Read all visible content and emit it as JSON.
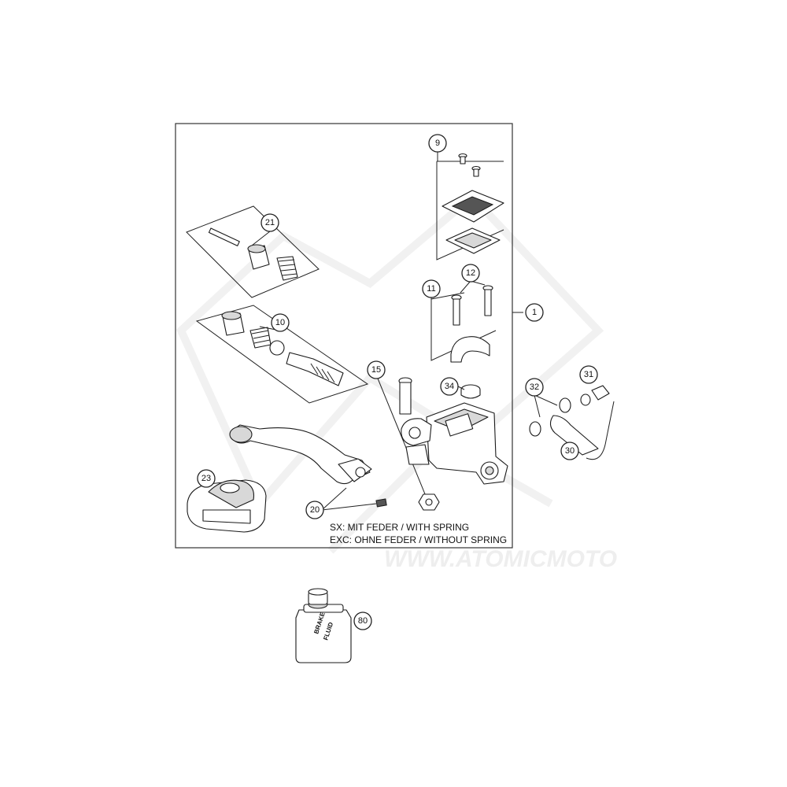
{
  "callouts": [
    {
      "id": "c1",
      "label": "1"
    },
    {
      "id": "c9",
      "label": "9"
    },
    {
      "id": "c10",
      "label": "10"
    },
    {
      "id": "c11",
      "label": "11"
    },
    {
      "id": "c12",
      "label": "12"
    },
    {
      "id": "c15",
      "label": "15"
    },
    {
      "id": "c20",
      "label": "20"
    },
    {
      "id": "c21",
      "label": "21"
    },
    {
      "id": "c23",
      "label": "23"
    },
    {
      "id": "c30",
      "label": "30"
    },
    {
      "id": "c31",
      "label": "31"
    },
    {
      "id": "c32",
      "label": "32"
    },
    {
      "id": "c34",
      "label": "34"
    },
    {
      "id": "c80",
      "label": "80"
    }
  ],
  "notes": {
    "line1": "SX: MIT FEDER / WITH SPRING",
    "line2": "EXC: OHNE FEDER / WITHOUT SPRING"
  },
  "bottle": {
    "label_line1": "BRAKE",
    "label_line2": "FLUID"
  },
  "watermark": {
    "text": "WWW.ATOMICMOTO"
  }
}
